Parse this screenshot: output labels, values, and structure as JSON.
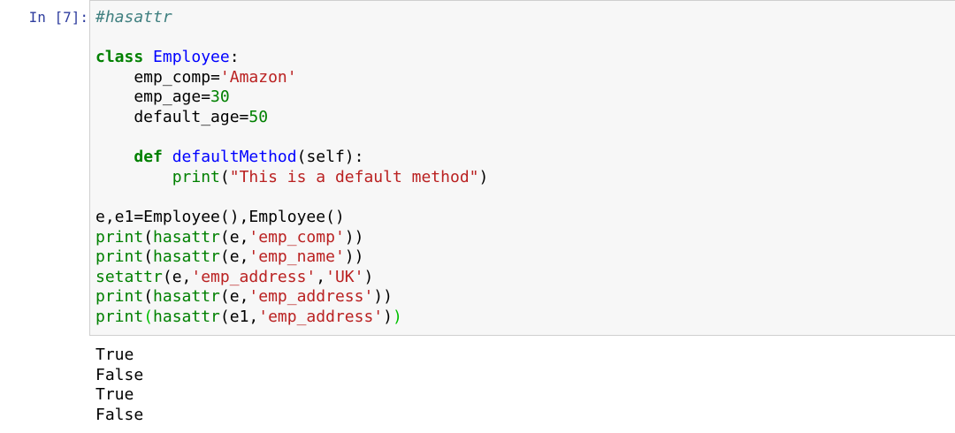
{
  "cell": {
    "prompt": "In [7]:",
    "code_lines": [
      [
        {
          "t": "comment",
          "v": "#hasattr"
        }
      ],
      [],
      [
        {
          "t": "kw",
          "v": "class"
        },
        {
          "t": "plain",
          "v": " "
        },
        {
          "t": "cls",
          "v": "Employee"
        },
        {
          "t": "plain",
          "v": ":"
        }
      ],
      [
        {
          "t": "plain",
          "v": "    emp_comp="
        },
        {
          "t": "str",
          "v": "'Amazon'"
        }
      ],
      [
        {
          "t": "plain",
          "v": "    emp_age="
        },
        {
          "t": "num",
          "v": "30"
        }
      ],
      [
        {
          "t": "plain",
          "v": "    default_age="
        },
        {
          "t": "num",
          "v": "50"
        }
      ],
      [],
      [
        {
          "t": "plain",
          "v": "    "
        },
        {
          "t": "kw",
          "v": "def"
        },
        {
          "t": "plain",
          "v": " "
        },
        {
          "t": "fn",
          "v": "defaultMethod"
        },
        {
          "t": "plain",
          "v": "(self):"
        }
      ],
      [
        {
          "t": "plain",
          "v": "        "
        },
        {
          "t": "builtin",
          "v": "print"
        },
        {
          "t": "plain",
          "v": "("
        },
        {
          "t": "str",
          "v": "\"This is a default method\""
        },
        {
          "t": "plain",
          "v": ")"
        }
      ],
      [],
      [
        {
          "t": "plain",
          "v": "e,e1=Employee(),Employee()"
        }
      ],
      [
        {
          "t": "builtin",
          "v": "print"
        },
        {
          "t": "plain",
          "v": "("
        },
        {
          "t": "builtin",
          "v": "hasattr"
        },
        {
          "t": "plain",
          "v": "(e,"
        },
        {
          "t": "str",
          "v": "'emp_comp'"
        },
        {
          "t": "plain",
          "v": "))"
        }
      ],
      [
        {
          "t": "builtin",
          "v": "print"
        },
        {
          "t": "plain",
          "v": "("
        },
        {
          "t": "builtin",
          "v": "hasattr"
        },
        {
          "t": "plain",
          "v": "(e,"
        },
        {
          "t": "str",
          "v": "'emp_name'"
        },
        {
          "t": "plain",
          "v": "))"
        }
      ],
      [
        {
          "t": "builtin",
          "v": "setattr"
        },
        {
          "t": "plain",
          "v": "(e,"
        },
        {
          "t": "str",
          "v": "'emp_address'"
        },
        {
          "t": "plain",
          "v": ","
        },
        {
          "t": "str",
          "v": "'UK'"
        },
        {
          "t": "plain",
          "v": ")"
        }
      ],
      [
        {
          "t": "builtin",
          "v": "print"
        },
        {
          "t": "plain",
          "v": "("
        },
        {
          "t": "builtin",
          "v": "hasattr"
        },
        {
          "t": "plain",
          "v": "(e,"
        },
        {
          "t": "str",
          "v": "'emp_address'"
        },
        {
          "t": "plain",
          "v": "))"
        }
      ],
      [
        {
          "t": "builtin",
          "v": "print"
        },
        {
          "t": "bracket-hl",
          "v": "("
        },
        {
          "t": "builtin",
          "v": "hasattr"
        },
        {
          "t": "plain",
          "v": "(e1,"
        },
        {
          "t": "str",
          "v": "'emp_address'"
        },
        {
          "t": "plain",
          "v": ")"
        },
        {
          "t": "bracket-hl",
          "v": ")"
        }
      ]
    ],
    "output_lines": [
      "True",
      "False",
      "True",
      "False"
    ]
  },
  "colors": {
    "prompt": "#303f9f",
    "input_background": "#f7f7f7",
    "input_border": "#cfcfcf",
    "comment": "#408080",
    "keyword": "#008000",
    "class_name": "#0000ff",
    "string": "#ba2121",
    "number": "#008000",
    "matched_bracket": "#00c000"
  }
}
